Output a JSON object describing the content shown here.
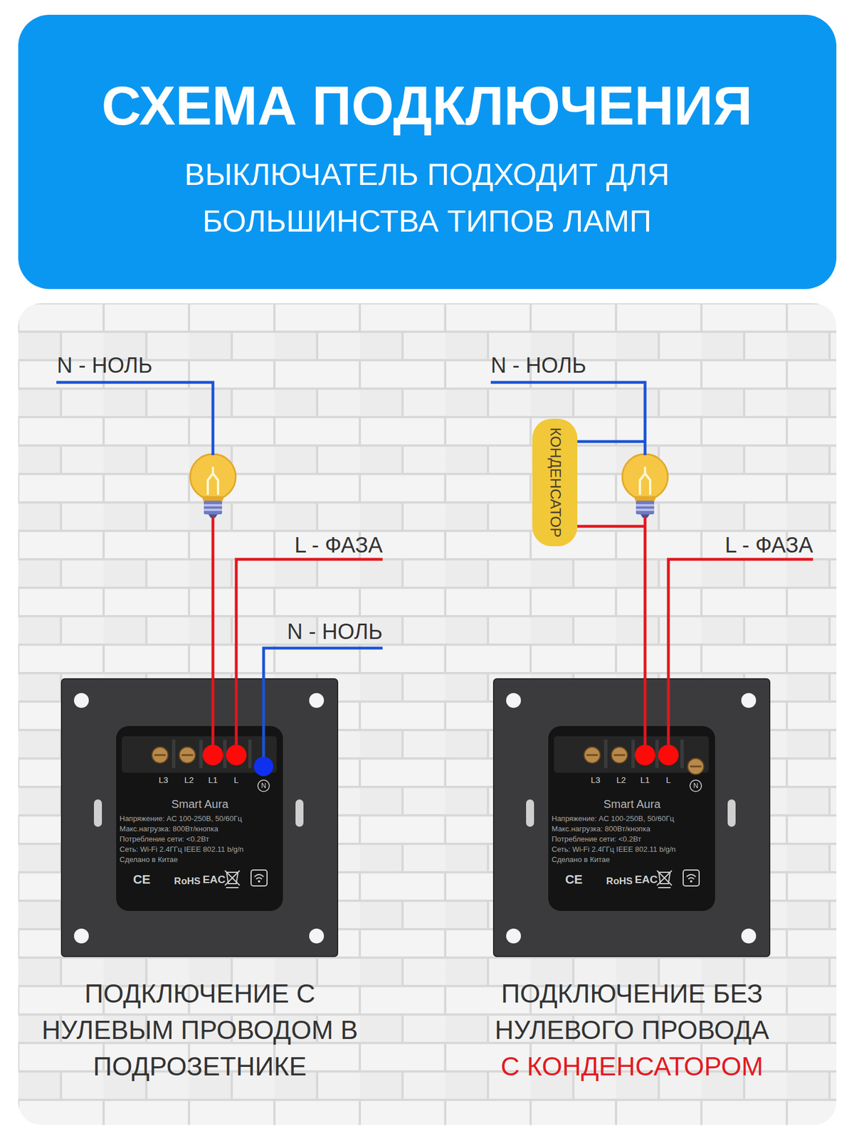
{
  "diagram": {
    "title": "СХЕМА ПОДКЛЮЧЕНИЯ",
    "nodes": [
      {
        "text": [
          "L3",
          "L2",
          "L1",
          "L",
          "N",
          "Smart Aura",
          "Напряжение: AC 100-250В, 50/60Гц",
          "Макс.нагрузка: 800Вт/кнопка",
          "Потребление сети: <0.2Вт",
          "Сеть: Wi-Fi 2.4ГГц IEEE 802.11 b/g/n",
          "Сделано в Китае",
          "CE",
          "RoHS",
          "EAC"
        ]
      },
      {
        "text": [
          "КОНДЕНСАТОР"
        ]
      },
      {
        "text": [
          "L3",
          "L2",
          "L1",
          "L",
          "N",
          "Smart Aura",
          "Напряжение: AC 100-250В, 50/60Гц",
          "Макс.нагрузка: 800Вт/кнопка",
          "Потребление сети: <0.2Вт",
          "Сеть: Wi-Fi 2.4ГГц IEEE 802.11 b/g/n",
          "Сделано в Китае",
          "CE",
          "RoHS",
          "EAC"
        ]
      }
    ],
    "labels": [
      "ВЫКЛЮЧАТЕЛЬ ПОДХОДИТ ДЛЯ БОЛЬШИНСТВА ТИПОВ ЛАМП",
      "N - НОЛЬ",
      "L - ФАЗА",
      "N - НОЛЬ",
      "N - НОЛЬ",
      "L - ФАЗА",
      "ПОДКЛЮЧЕНИЕ С НУЛЕВЫМ ПРОВОДОМ В ПОДРОЗЕТНИКЕ",
      "ПОДКЛЮЧЕНИЕ БЕЗ НУЛЕВОГО ПРОВОДА",
      "С КОНДЕНСАТОРОМ"
    ]
  }
}
